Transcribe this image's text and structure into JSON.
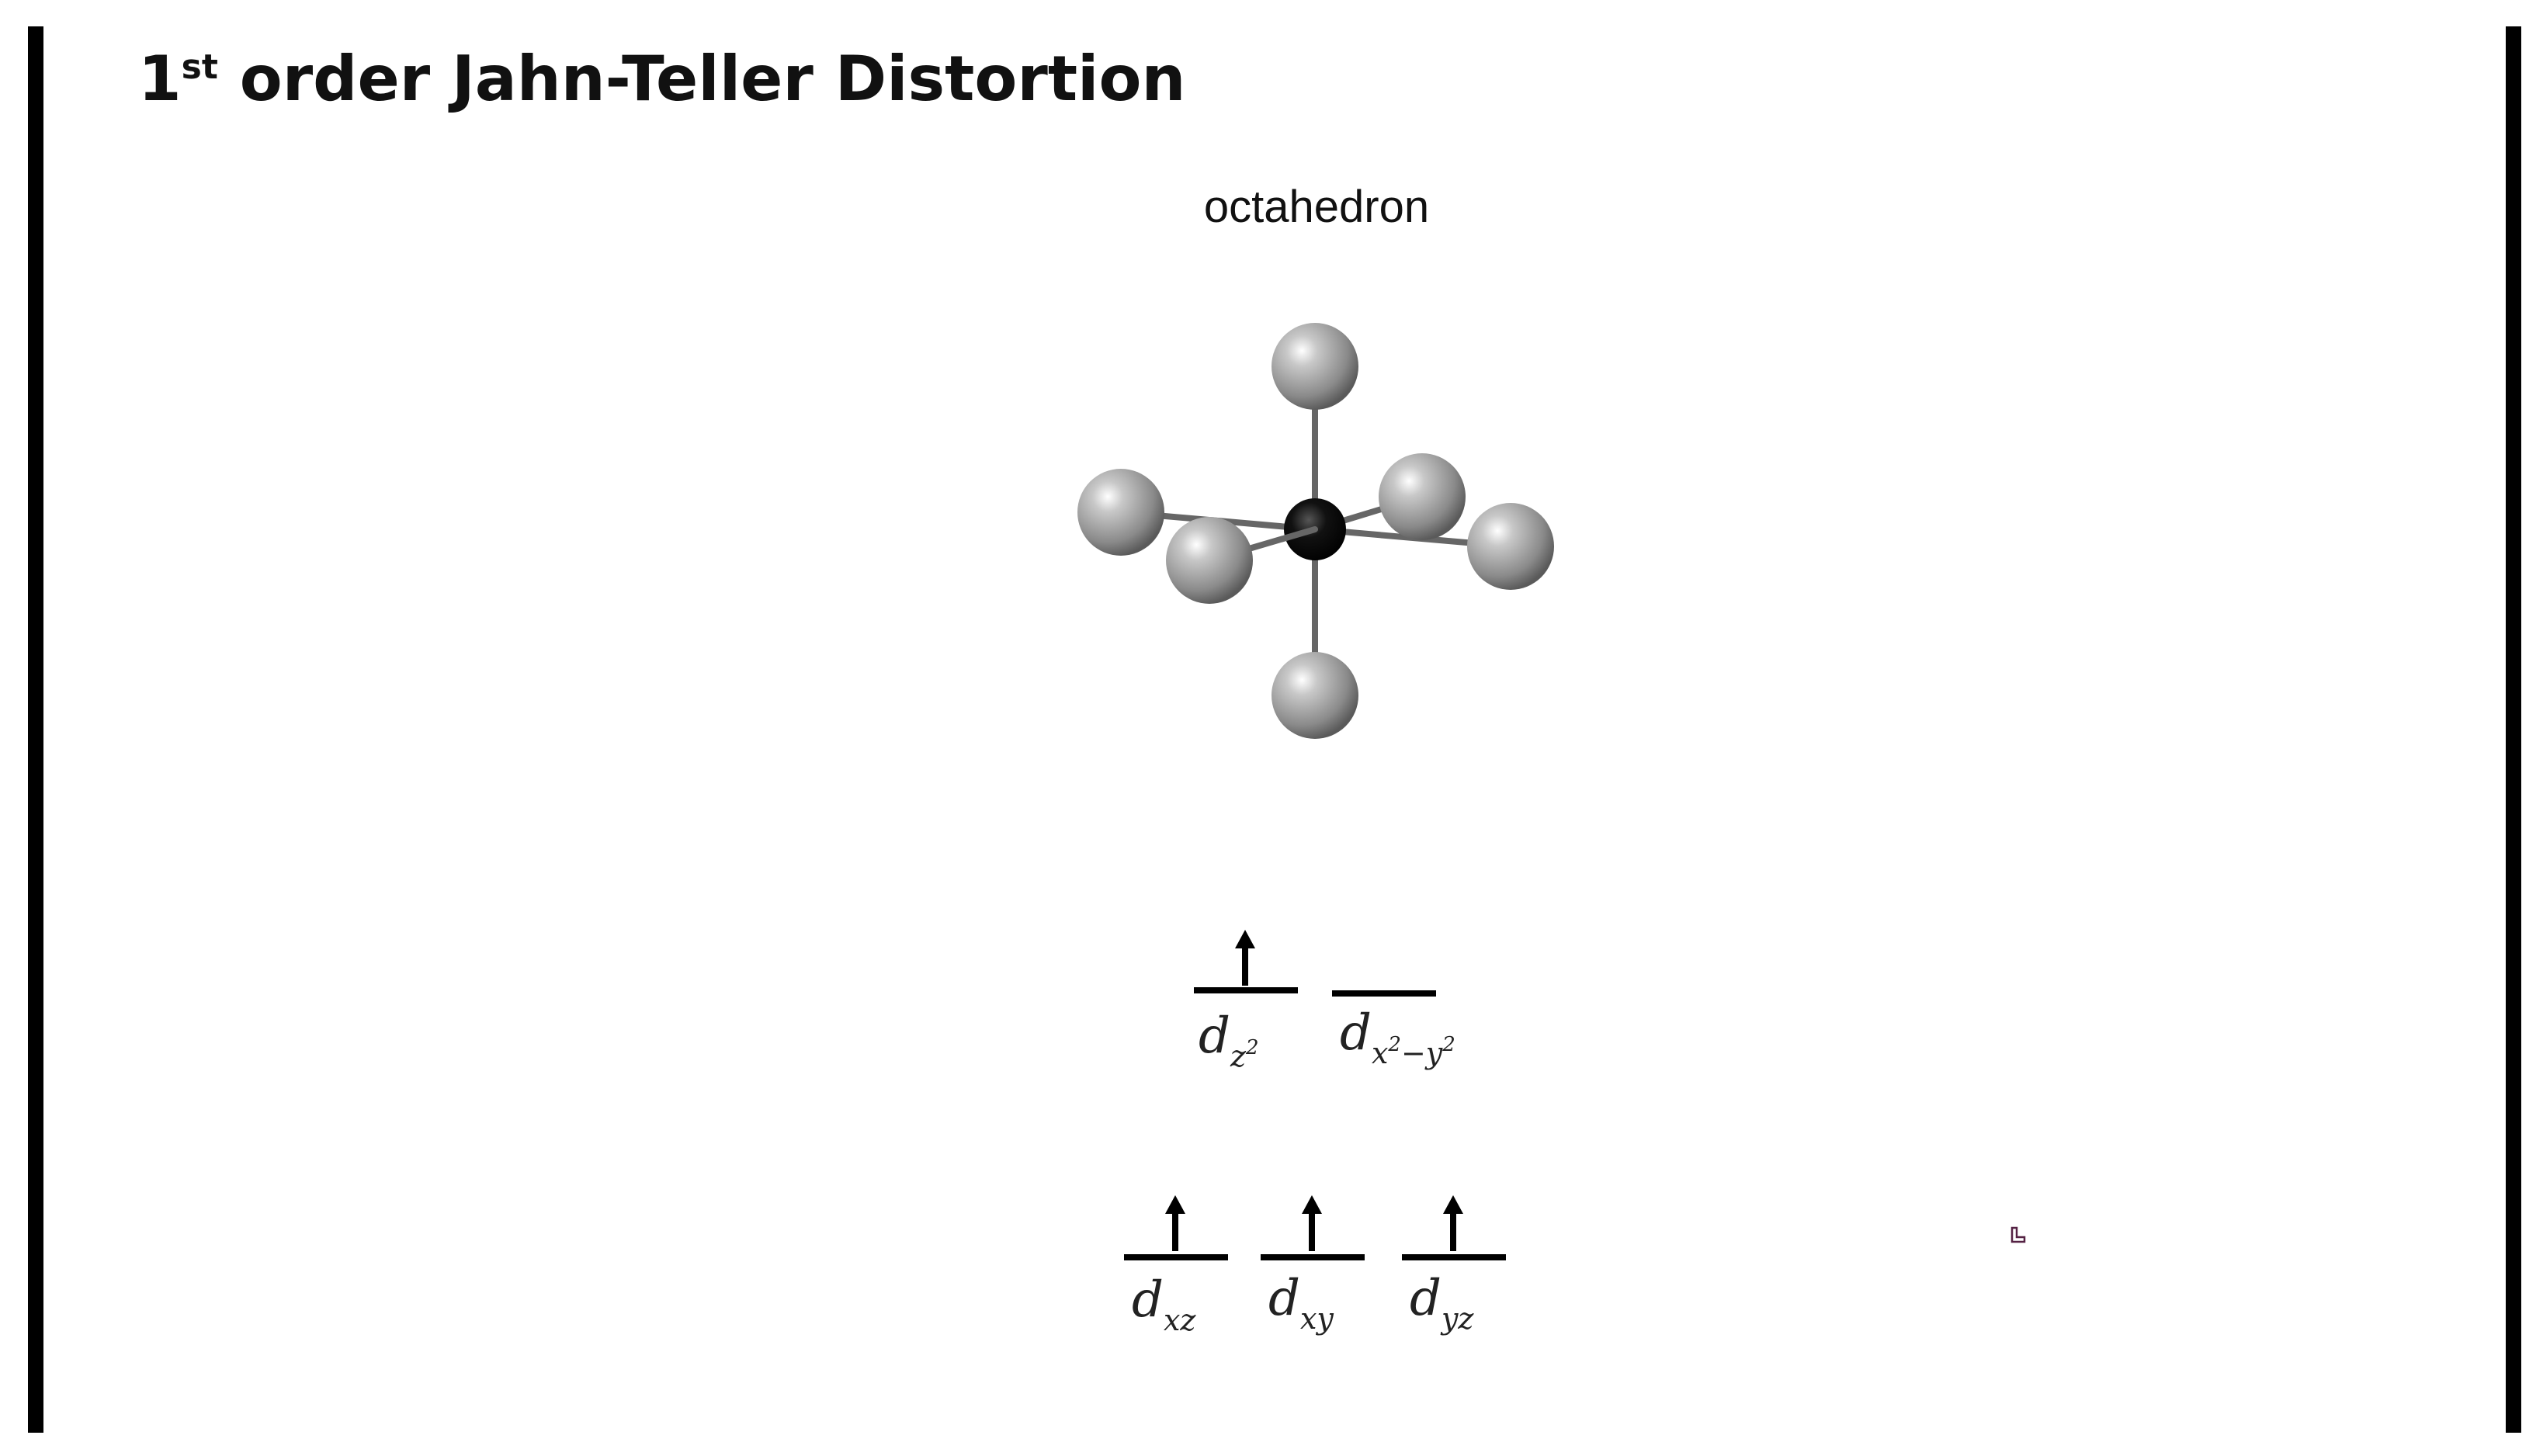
{
  "slide": {
    "title_prefix": "1",
    "title_superscript": "st",
    "title_rest": " order Jahn-Teller Distortion",
    "shape_label": "octahedron"
  },
  "colors": {
    "border": "#000000",
    "ligand": "#9a9a9a",
    "metal": "#000000",
    "bond": "#555555"
  },
  "orbitals": {
    "eg": [
      {
        "symbol": "d",
        "subscript": "z",
        "power": "2",
        "power_base": "",
        "electrons": 1
      },
      {
        "symbol": "d",
        "subscript": "x",
        "power": "2",
        "power_base": "−y",
        "power2": "2",
        "electrons": 0
      }
    ],
    "t2g": [
      {
        "symbol": "d",
        "subscript": "xz",
        "electrons": 1
      },
      {
        "symbol": "d",
        "subscript": "xy",
        "electrons": 1
      },
      {
        "symbol": "d",
        "subscript": "yz",
        "electrons": 1
      }
    ]
  }
}
